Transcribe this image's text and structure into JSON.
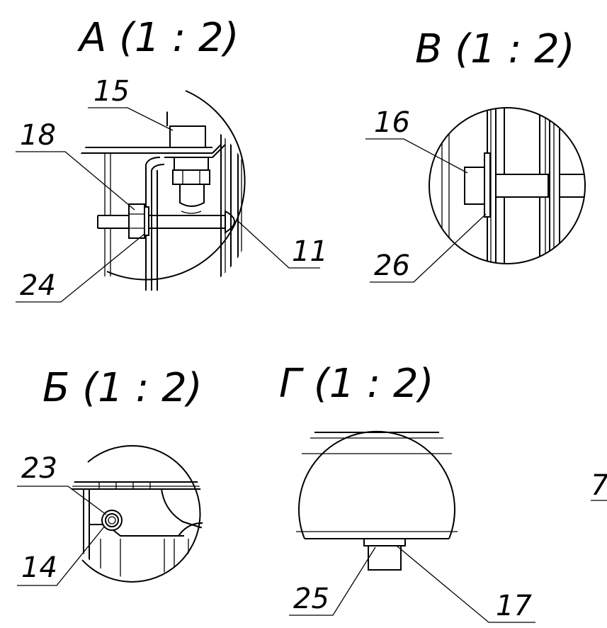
{
  "views": [
    {
      "id": "A",
      "title": "A (1 : 2)"
    },
    {
      "id": "V",
      "title": "В (1 : 2)"
    },
    {
      "id": "B",
      "title": "Б (1 : 2)"
    },
    {
      "id": "G",
      "title": "Г (1 : 2)"
    }
  ],
  "callouts": {
    "c15": "15",
    "c18": "18",
    "c24": "24",
    "c11": "11",
    "c16": "16",
    "c26": "26",
    "c23": "23",
    "c14": "14",
    "c25": "25",
    "c17": "17",
    "c7": "7"
  },
  "colors": {
    "line": "#000000",
    "background": "#ffffff"
  }
}
